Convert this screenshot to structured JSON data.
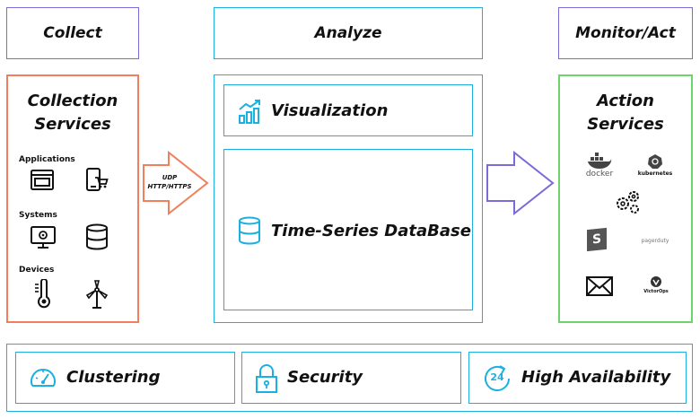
{
  "headers": {
    "collect": "Collect",
    "analyze": "Analyze",
    "monitor": "Monitor/Act"
  },
  "collection": {
    "title_line1": "Collection",
    "title_line2": "Services",
    "groups": [
      "Applications",
      "Systems",
      "Devices"
    ]
  },
  "arrow_in": {
    "line1": "UDP",
    "line2": "HTTP/HTTPS"
  },
  "analyze": {
    "visualization": "Visualization",
    "database": "Time-Series DataBase"
  },
  "action": {
    "title_line1": "Action",
    "title_line2": "Services",
    "docker": "docker",
    "kubernetes": "kubernetes",
    "pagerduty": "pagerduty",
    "victorops": "VictorOps"
  },
  "bottom": {
    "clustering": "Clustering",
    "security": "Security",
    "ha": "High Availability",
    "ha_badge": "24"
  },
  "colors": {
    "purple": "#7b6bd6",
    "cyan": "#1bb0e0",
    "orange": "#f0805c",
    "green": "#6dd36d"
  }
}
